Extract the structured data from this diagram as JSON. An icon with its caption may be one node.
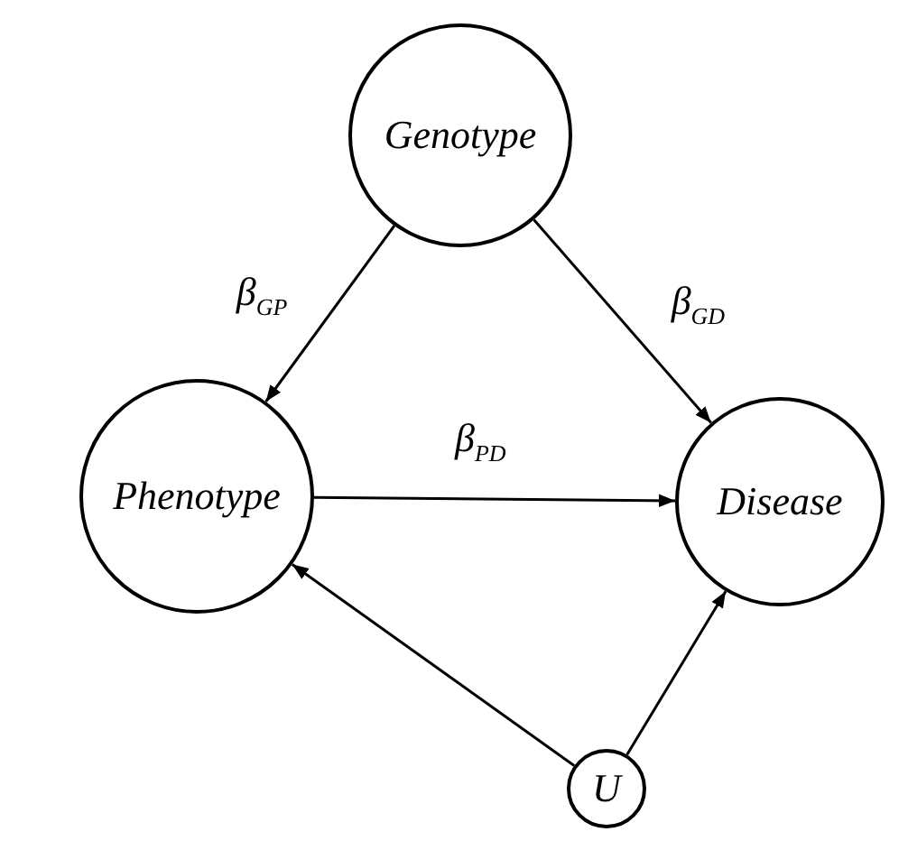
{
  "diagram": {
    "nodes": [
      {
        "text": [
          "Genotype"
        ]
      },
      {
        "text": [
          "Phenotype"
        ]
      },
      {
        "text": [
          "Disease"
        ]
      },
      {
        "text": [
          "U"
        ]
      }
    ],
    "edges": [
      {
        "from": 0,
        "to": 1,
        "arrow": "to",
        "label": "β$_{GP}$"
      },
      {
        "from": 0,
        "to": 2,
        "arrow": "to",
        "label": "β$_{GD}$"
      },
      {
        "from": 1,
        "to": 2,
        "arrow": "to",
        "label": "β$_{PD}$"
      },
      {
        "from": 3,
        "to": 1,
        "arrow": "to"
      },
      {
        "from": 3,
        "to": 2,
        "arrow": "to"
      }
    ]
  }
}
